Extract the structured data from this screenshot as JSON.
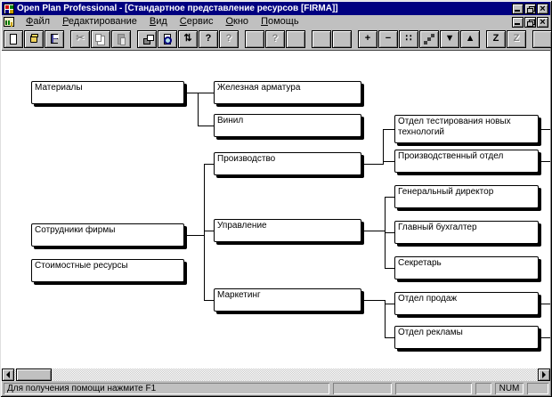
{
  "window": {
    "title": "Open Plan Professional - [Стандартное представление ресурсов [FIRMA]]"
  },
  "menu": {
    "items": [
      {
        "label": "Файл"
      },
      {
        "label": "Редактирование"
      },
      {
        "label": "Вид"
      },
      {
        "label": "Сервис"
      },
      {
        "label": "Окно"
      },
      {
        "label": "Помощь"
      }
    ]
  },
  "toolbar": {
    "groups": [
      [
        {
          "name": "new-file",
          "glyph": "",
          "enabled": true
        },
        {
          "name": "open-file",
          "glyph": "",
          "enabled": true
        },
        {
          "name": "save-file",
          "glyph": "",
          "enabled": true
        }
      ],
      [
        {
          "name": "cut",
          "glyph": "✂",
          "enabled": false
        },
        {
          "name": "copy",
          "glyph": "",
          "enabled": false
        },
        {
          "name": "paste",
          "glyph": "",
          "enabled": false
        }
      ],
      [
        {
          "name": "print",
          "glyph": "",
          "enabled": true
        },
        {
          "name": "print-preview",
          "glyph": "",
          "enabled": true
        },
        {
          "name": "export",
          "glyph": "⇅",
          "enabled": true
        },
        {
          "name": "help",
          "glyph": "?",
          "enabled": true
        },
        {
          "name": "context-help",
          "glyph": "?",
          "enabled": false
        }
      ],
      [
        {
          "name": "resource-circle-1",
          "glyph": "",
          "enabled": false
        },
        {
          "name": "resource-circle-help",
          "glyph": "?",
          "enabled": false
        },
        {
          "name": "resource-arch",
          "glyph": "",
          "enabled": false
        }
      ],
      [
        {
          "name": "resource-circle-2",
          "glyph": "",
          "enabled": false
        },
        {
          "name": "resource-circle-3",
          "glyph": "",
          "enabled": false
        }
      ],
      [
        {
          "name": "add",
          "glyph": "+",
          "enabled": true
        },
        {
          "name": "remove",
          "glyph": "−",
          "enabled": true
        },
        {
          "name": "link",
          "glyph": "∷",
          "enabled": true
        },
        {
          "name": "steps",
          "glyph": "",
          "enabled": true
        },
        {
          "name": "move-down",
          "glyph": "▼",
          "enabled": true
        },
        {
          "name": "move-up",
          "glyph": "▲",
          "enabled": true
        }
      ],
      [
        {
          "name": "zigzag",
          "glyph": "Z",
          "enabled": true
        },
        {
          "name": "zigzag-alt",
          "glyph": "Z",
          "enabled": false
        }
      ],
      [
        {
          "name": "window-tile",
          "glyph": "",
          "enabled": true
        },
        {
          "name": "window-cascade",
          "glyph": "",
          "enabled": true
        }
      ]
    ]
  },
  "diagram": {
    "nodes": [
      {
        "label": "Материалы"
      },
      {
        "label": "Железная арматура"
      },
      {
        "label": "Винил"
      },
      {
        "label": "Производство"
      },
      {
        "label": "Управление"
      },
      {
        "label": "Маркетинг"
      },
      {
        "label": "Сотрудники фирмы"
      },
      {
        "label": "Стоимостные ресурсы"
      },
      {
        "label": "Отдел тестирования новых технологий"
      },
      {
        "label": "Производственный отдел"
      },
      {
        "label": "Генеральный директор"
      },
      {
        "label": "Главный бухгалтер"
      },
      {
        "label": "Секретарь"
      },
      {
        "label": "Отдел продаж"
      },
      {
        "label": "Отдел рекламы"
      }
    ],
    "edges": [
      [
        "Материалы",
        "Железная арматура"
      ],
      [
        "Материалы",
        "Винил"
      ],
      [
        "Сотрудники фирмы",
        "Производство"
      ],
      [
        "Сотрудники фирмы",
        "Управление"
      ],
      [
        "Сотрудники фирмы",
        "Маркетинг"
      ],
      [
        "Производство",
        "Отдел тестирования новых технологий"
      ],
      [
        "Производство",
        "Производственный отдел"
      ],
      [
        "Управление",
        "Генеральный директор"
      ],
      [
        "Управление",
        "Главный бухгалтер"
      ],
      [
        "Управление",
        "Секретарь"
      ],
      [
        "Маркетинг",
        "Отдел продаж"
      ],
      [
        "Маркетинг",
        "Отдел рекламы"
      ]
    ],
    "nodes_with_offscreen_children": [
      "Отдел тестирования новых технологий",
      "Производственный отдел",
      "Отдел продаж",
      "Отдел рекламы"
    ]
  },
  "statusbar": {
    "message": "Для получения помощи нажмите F1",
    "num": "NUM"
  },
  "colors": {
    "titlebar": "#000080",
    "chrome": "#c0c0c0",
    "canvas": "#ffffff",
    "line": "#000000"
  }
}
